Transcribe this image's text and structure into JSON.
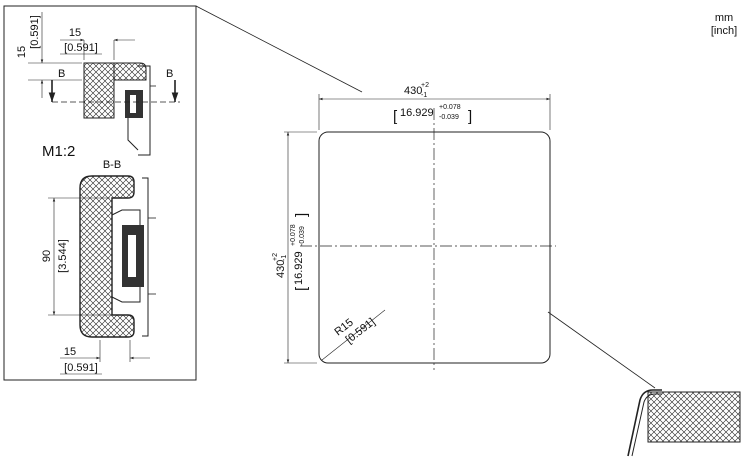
{
  "units": {
    "primary": "mm",
    "secondary": "[inch]"
  },
  "detail": {
    "scale_label": "M1:2",
    "section_label": "B-B",
    "cut_marker_left": "B",
    "cut_marker_right": "B",
    "top_width_mm": "15",
    "top_width_in": "[0.591]",
    "top_height_mm": "15",
    "top_height_in": "[0.591]",
    "profile_height_mm": "90",
    "profile_height_in": "[3.544]",
    "bottom_width_mm": "15",
    "bottom_width_in": "[0.591]"
  },
  "cutout": {
    "width_mm": "430",
    "width_tol_upper": "+2",
    "width_tol_lower": "-1",
    "width_in": "16.929",
    "width_in_tol_upper": "+0.078",
    "width_in_tol_lower": "-0.039",
    "height_mm": "430",
    "height_tol_upper": "+2",
    "height_tol_lower": "-1",
    "height_in": "16.929",
    "height_in_tol_upper": "+0.078",
    "height_in_tol_lower": "-0.039",
    "radius_mm": "R15",
    "radius_in": "[0.591]"
  },
  "colors": {
    "line": "#222222",
    "background": "#ffffff"
  }
}
